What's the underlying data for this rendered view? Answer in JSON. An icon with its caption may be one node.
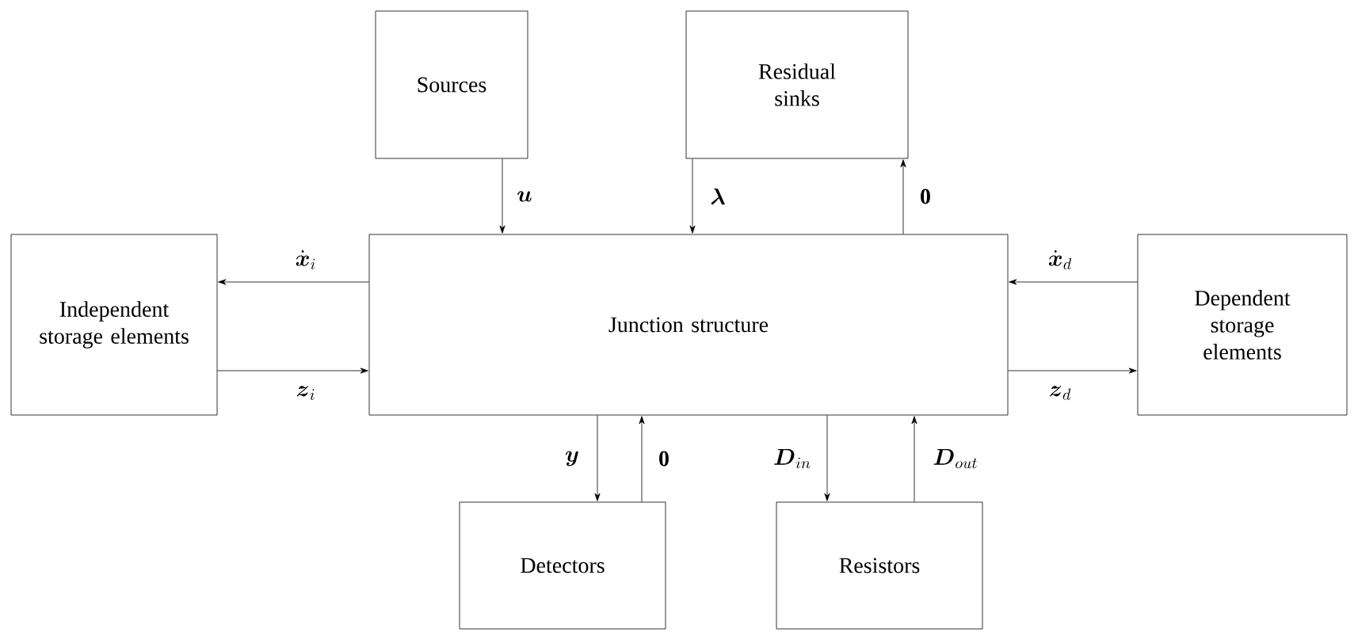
{
  "diagram": {
    "nodes": [
      {
        "text": [
          "Sources"
        ]
      },
      {
        "text": [
          "Residual sinks"
        ]
      },
      {
        "text": [
          "Independent storage elements"
        ]
      },
      {
        "text": [
          "Junction structure"
        ]
      },
      {
        "text": [
          "Dependent storage elements"
        ]
      },
      {
        "text": [
          "Detectors"
        ]
      },
      {
        "text": [
          "Resistors"
        ]
      }
    ],
    "edges": [
      {
        "from": 0,
        "to": 3,
        "arrow": "to",
        "label": "\\boldsymbol{u}"
      },
      {
        "from": 1,
        "to": 3,
        "arrow": "to",
        "label": "\\boldsymbol{\\lambda}"
      },
      {
        "from": 3,
        "to": 1,
        "arrow": "to",
        "label": "\\mathbf{0}"
      },
      {
        "from": 3,
        "to": 2,
        "arrow": "to",
        "label": "\\dot{\\boldsymbol{x}}_i"
      },
      {
        "from": 2,
        "to": 3,
        "arrow": "to",
        "label": "\\boldsymbol{z}_i"
      },
      {
        "from": 4,
        "to": 3,
        "arrow": "to",
        "label": "\\dot{\\boldsymbol{x}}_d"
      },
      {
        "from": 3,
        "to": 4,
        "arrow": "to",
        "label": "\\boldsymbol{z}_d"
      },
      {
        "from": 3,
        "to": 5,
        "arrow": "to",
        "label": "\\boldsymbol{y}"
      },
      {
        "from": 5,
        "to": 3,
        "arrow": "to",
        "label": "\\mathbf{0}"
      },
      {
        "from": 3,
        "to": 6,
        "arrow": "to",
        "label": "\\boldsymbol{D}_{in}"
      },
      {
        "from": 6,
        "to": 3,
        "arrow": "to",
        "label": "\\boldsymbol{D}_{out}"
      }
    ]
  }
}
